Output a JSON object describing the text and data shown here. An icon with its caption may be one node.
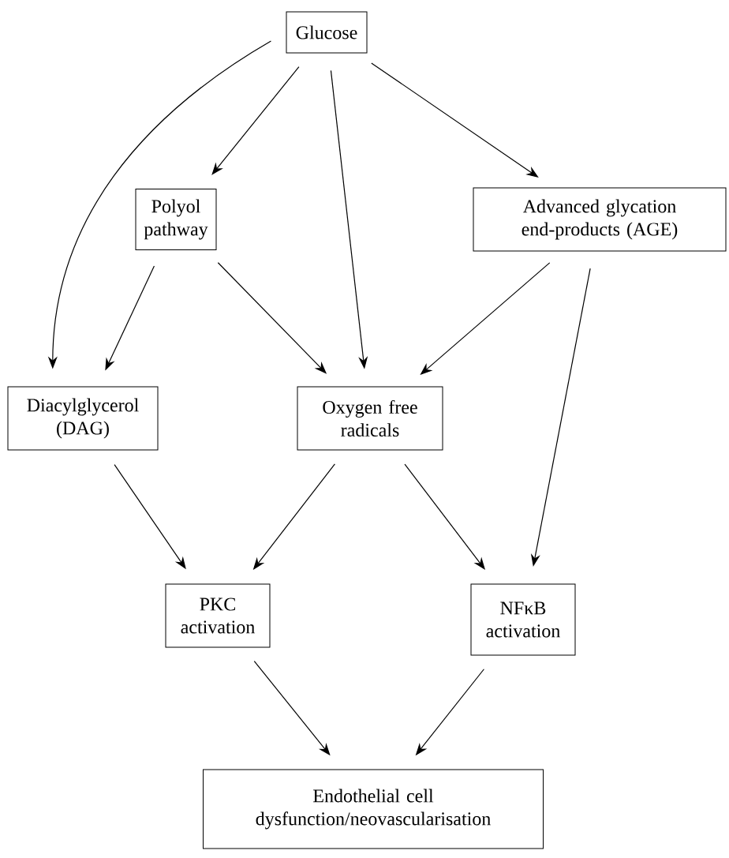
{
  "diagram": {
    "nodes": [
      {
        "text": [
          "Glucose"
        ]
      },
      {
        "text": [
          "Polyol pathway"
        ]
      },
      {
        "text": [
          "Advanced glycation end-products (AGE)"
        ]
      },
      {
        "text": [
          "Diacylglycerol (DAG)"
        ]
      },
      {
        "text": [
          "Oxygen free radicals"
        ]
      },
      {
        "text": [
          "PKC activation"
        ]
      },
      {
        "text": [
          "NFκB activation"
        ]
      },
      {
        "text": [
          "Endothelial cell dysfunction/neovascularisation"
        ]
      }
    ],
    "edges": [
      {
        "from": 0,
        "to": 3,
        "arrow": "to"
      },
      {
        "from": 0,
        "to": 1,
        "arrow": "to"
      },
      {
        "from": 0,
        "to": 4,
        "arrow": "to"
      },
      {
        "from": 0,
        "to": 2,
        "arrow": "to"
      },
      {
        "from": 1,
        "to": 3,
        "arrow": "to"
      },
      {
        "from": 1,
        "to": 4,
        "arrow": "to"
      },
      {
        "from": 2,
        "to": 4,
        "arrow": "to"
      },
      {
        "from": 2,
        "to": 6,
        "arrow": "to"
      },
      {
        "from": 3,
        "to": 5,
        "arrow": "to"
      },
      {
        "from": 4,
        "to": 5,
        "arrow": "to"
      },
      {
        "from": 4,
        "to": 6,
        "arrow": "to"
      },
      {
        "from": 5,
        "to": 7,
        "arrow": "to"
      },
      {
        "from": 6,
        "to": 7,
        "arrow": "to"
      }
    ]
  }
}
